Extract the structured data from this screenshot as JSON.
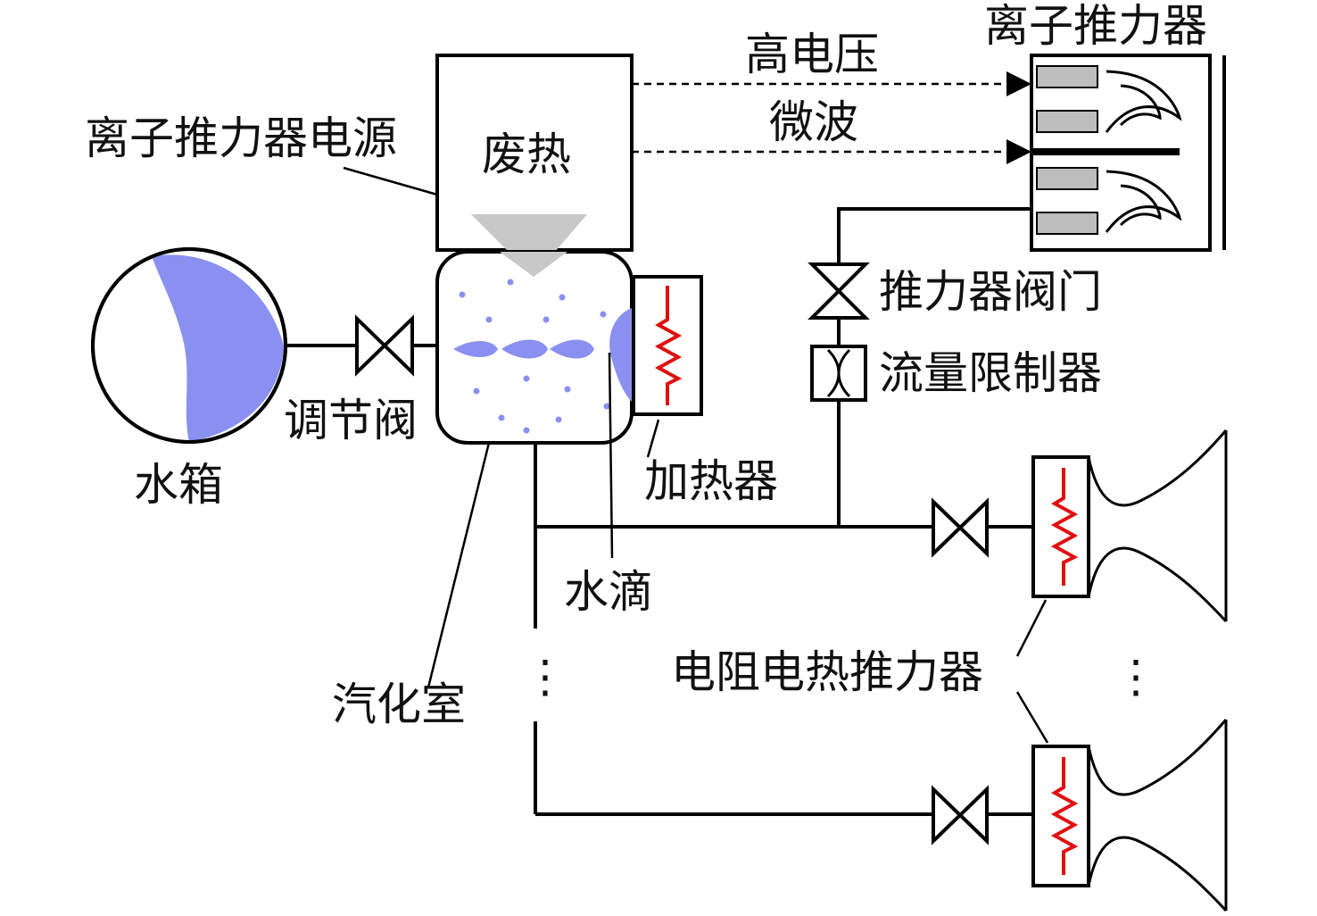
{
  "labels": {
    "ion_thruster": "离子推力器",
    "high_voltage": "高电压",
    "microwave": "微波",
    "ion_power": "离子推力器电源",
    "waste_heat": "废热",
    "thruster_valve": "推力器阀门",
    "flow_limiter": "流量限制器",
    "regulator_valve": "调节阀",
    "water_tank": "水箱",
    "heater": "加热器",
    "water_droplet": "水滴",
    "resistojet": "电阻电热推力器",
    "vaporizer": "汽化室",
    "ellipsis_left": "⋮",
    "ellipsis_right": "⋮"
  },
  "colors": {
    "water": "#8a90f0",
    "resistor": "#e01010",
    "heat_arrow": "#c8c8c8",
    "line": "#000000"
  }
}
